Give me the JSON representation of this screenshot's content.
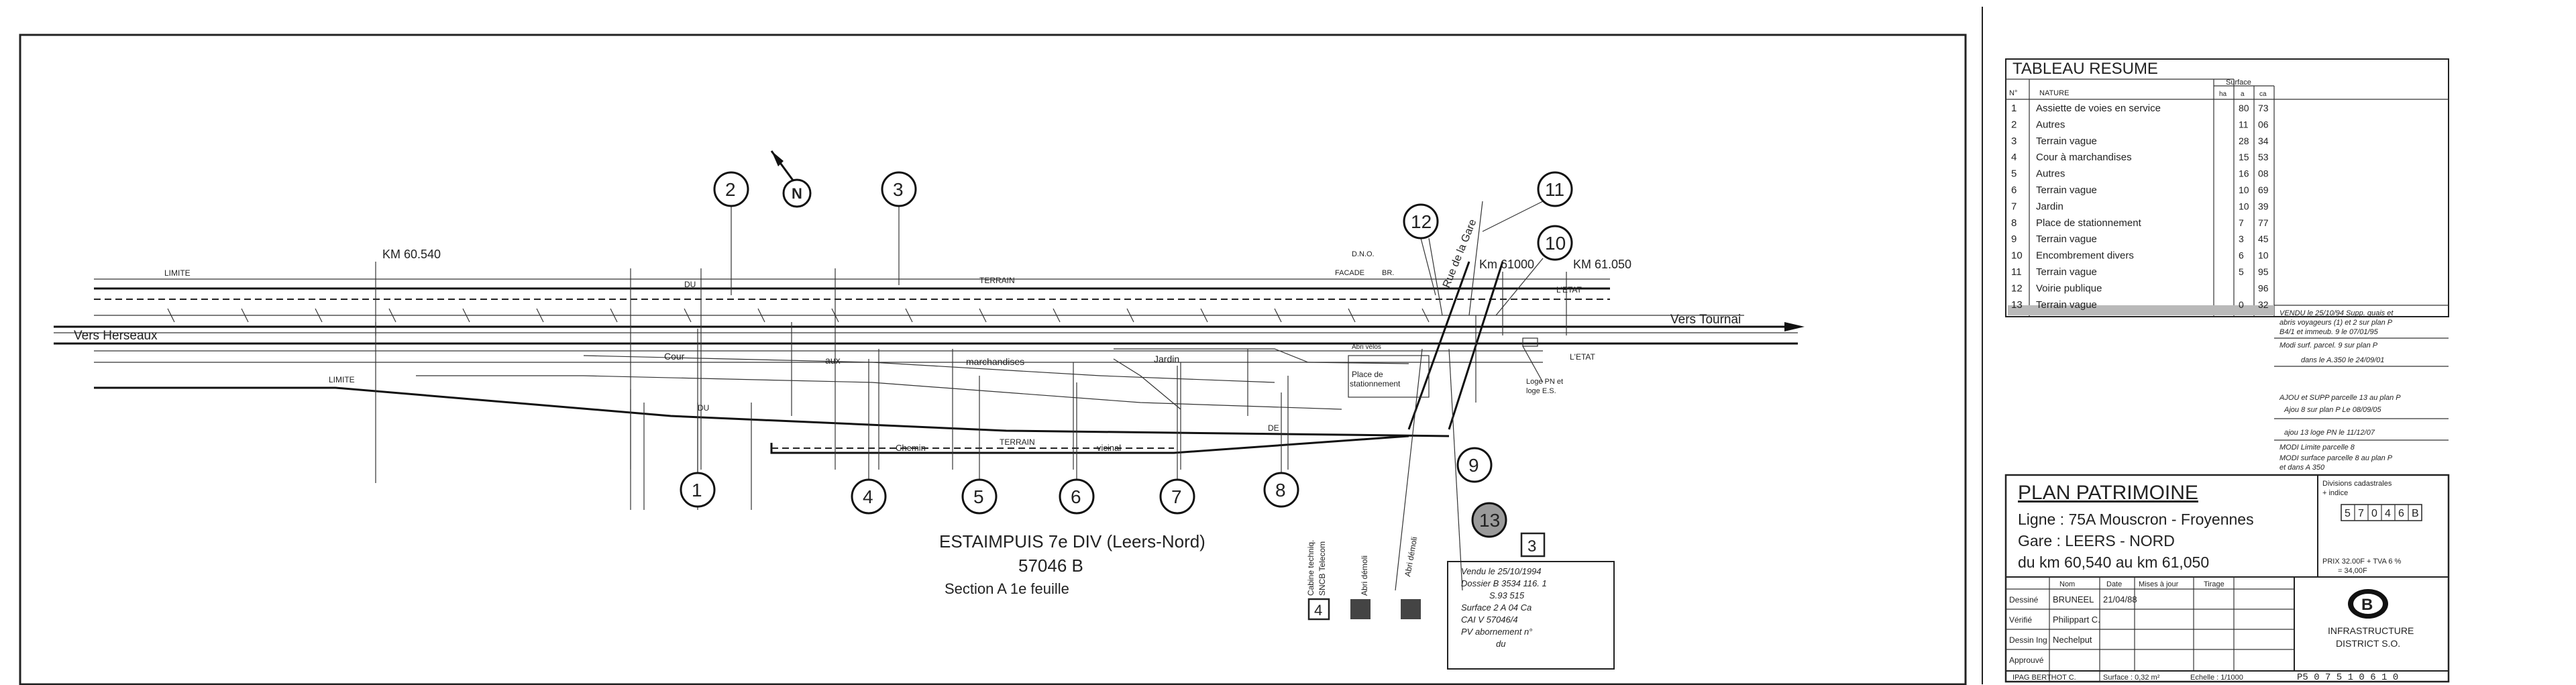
{
  "drawing": {
    "labels": {
      "km_60540": "KM 60.540",
      "km_61000": "Km 61000",
      "km_61050": "KM 61.050",
      "vers_herseaux": "Vers Herseaux",
      "vers_tournai": "Vers Tournai",
      "limite_top": "LIMITE",
      "limite_bottom": "LIMITE",
      "du_top": "DU",
      "du_mid": "DU",
      "terrain_top": "TERRAIN",
      "terrain_bottom": "TERRAIN",
      "cour": "Cour",
      "aux": "aux",
      "marchandises": "marchandises",
      "jardin": "Jardin",
      "chemin": "Chemin",
      "vicinal": "vicinal",
      "de": "DE",
      "dno": "D.N.O.",
      "facade": "FACADE",
      "br": "BR.",
      "place_de": "Place de",
      "stationnement": "stationnement",
      "etat": "L'ETAT",
      "etat2": "L'ETAT",
      "loge_pn": "Loge PN et",
      "loge_es": "loge E.S.",
      "abri_velos": "Abri vélos",
      "rue_gare": "Rue de la Gare",
      "cabine": "Cabine techniq.",
      "abri_demoli": "Abri démoli",
      "abri_demoli2": "Abri démoli",
      "sncb": "SNCB Telecom",
      "north": "N"
    },
    "parcel_numbers": [
      "1",
      "2",
      "3",
      "4",
      "5",
      "6",
      "7",
      "8",
      "9",
      "10",
      "11",
      "12",
      "13"
    ],
    "box_numbers": [
      "3",
      "4"
    ],
    "title_lines": {
      "line1": "ESTAIMPUIS  7e DIV (Leers-Nord)",
      "line2": "57046 B",
      "line3": "Section  A  1e feuille"
    },
    "note_box": {
      "l1": "Vendu le  25/10/1994",
      "l2": "Dossier  B  3534  116. 1",
      "l3": "S.93 515",
      "l4": "Surface  2 A 04 Ca",
      "l5": "CAI  V  57046/4",
      "l6": "PV  abornement n°",
      "l7": "du"
    }
  },
  "tableau": {
    "title": "TABLEAU RESUME",
    "col_no": "N°",
    "col_nature": "NATURE",
    "col_surface": "Surface",
    "col_ha": "ha",
    "col_a": "a",
    "col_ca": "ca",
    "rows": [
      {
        "no": "1",
        "nature": "Assiette de voies en service",
        "ha": "",
        "a": "80",
        "ca": "73"
      },
      {
        "no": "2",
        "nature": "Autres",
        "ha": "",
        "a": "11",
        "ca": "06"
      },
      {
        "no": "3",
        "nature": "Terrain vague",
        "ha": "",
        "a": "28",
        "ca": "34"
      },
      {
        "no": "4",
        "nature": "Cour à marchandises",
        "ha": "",
        "a": "15",
        "ca": "53"
      },
      {
        "no": "5",
        "nature": "Autres",
        "ha": "",
        "a": "16",
        "ca": "08"
      },
      {
        "no": "6",
        "nature": "Terrain vague",
        "ha": "",
        "a": "10",
        "ca": "69"
      },
      {
        "no": "7",
        "nature": "Jardin",
        "ha": "",
        "a": "10",
        "ca": "39"
      },
      {
        "no": "8",
        "nature": "Place de stationnement",
        "ha": "",
        "a": "7",
        "ca": "77"
      },
      {
        "no": "9",
        "nature": "Terrain vague",
        "ha": "",
        "a": "3",
        "ca": "45"
      },
      {
        "no": "10",
        "nature": "Encombrement divers",
        "ha": "",
        "a": "6",
        "ca": "10"
      },
      {
        "no": "11",
        "nature": "Terrain vague",
        "ha": "",
        "a": "5",
        "ca": "95"
      },
      {
        "no": "12",
        "nature": "Voirie publique",
        "ha": "",
        "a": "",
        "ca": "96"
      },
      {
        "no": "13",
        "nature": "Terrain vague",
        "ha": "",
        "a": "0",
        "ca": "32"
      }
    ]
  },
  "annotations": {
    "a1": "VENDU le 25/10/94  Supp. quais et",
    "a2": "abris voyageurs (1) et 2 sur plan P",
    "a3": "B4/1 et immeub. 9  le 07/01/95",
    "a4": "Modi surf. parcel. 9 sur plan P",
    "a5": "dans le A.350  le 24/09/01",
    "a6": "AJOU et SUPP parcelle 13 au plan P",
    "a7": "Ajou 8 sur plan P  Le 08/09/05",
    "a8": "ajou 13 loge PN  le 11/12/07",
    "a9": "MODI  Limite parcelle 8",
    "a10": "MODI  surface parcelle 8 au plan P",
    "a11": "et dans A 350"
  },
  "title_block": {
    "title": "PLAN PATRIMOINE",
    "ligne": "Ligne : 75A  Mouscron - Froyennes",
    "gare": "Gare : LEERS - NORD",
    "km": "du  km  60,540   au  km  61,050",
    "div_cad": "Divisions cadastrales",
    "indice": "+ indice",
    "cad_digits": [
      "5",
      "7",
      "0",
      "4",
      "6",
      "B"
    ],
    "prix1": "PRIX  32.00F + TVA 6 %",
    "prix2": "= 34,00F",
    "logo_letter": "B",
    "infra1": "INFRASTRUCTURE",
    "infra2": "DISTRICT S.O.",
    "sig": {
      "col_nom": "Nom",
      "col_date": "Date",
      "col_mises": "Mises à jour",
      "col_tirage": "Tirage",
      "rows": [
        {
          "role": "Dessiné",
          "nom": "BRUNEEL",
          "date": "21/04/88"
        },
        {
          "role": "Vérifié",
          "nom": "Philippart C.",
          "date": ""
        },
        {
          "role": "Dessin Ing",
          "nom": "Nechelput",
          "date": ""
        },
        {
          "role": "Approuvé",
          "nom": "",
          "date": ""
        }
      ],
      "ipag": "IPAG BERTHOT C.",
      "surface": "Surface :  0,32 m²",
      "echelle": "Echelle : 1/1000",
      "plan_no": "P5 0 7 5 1 0 6 1 0"
    }
  }
}
